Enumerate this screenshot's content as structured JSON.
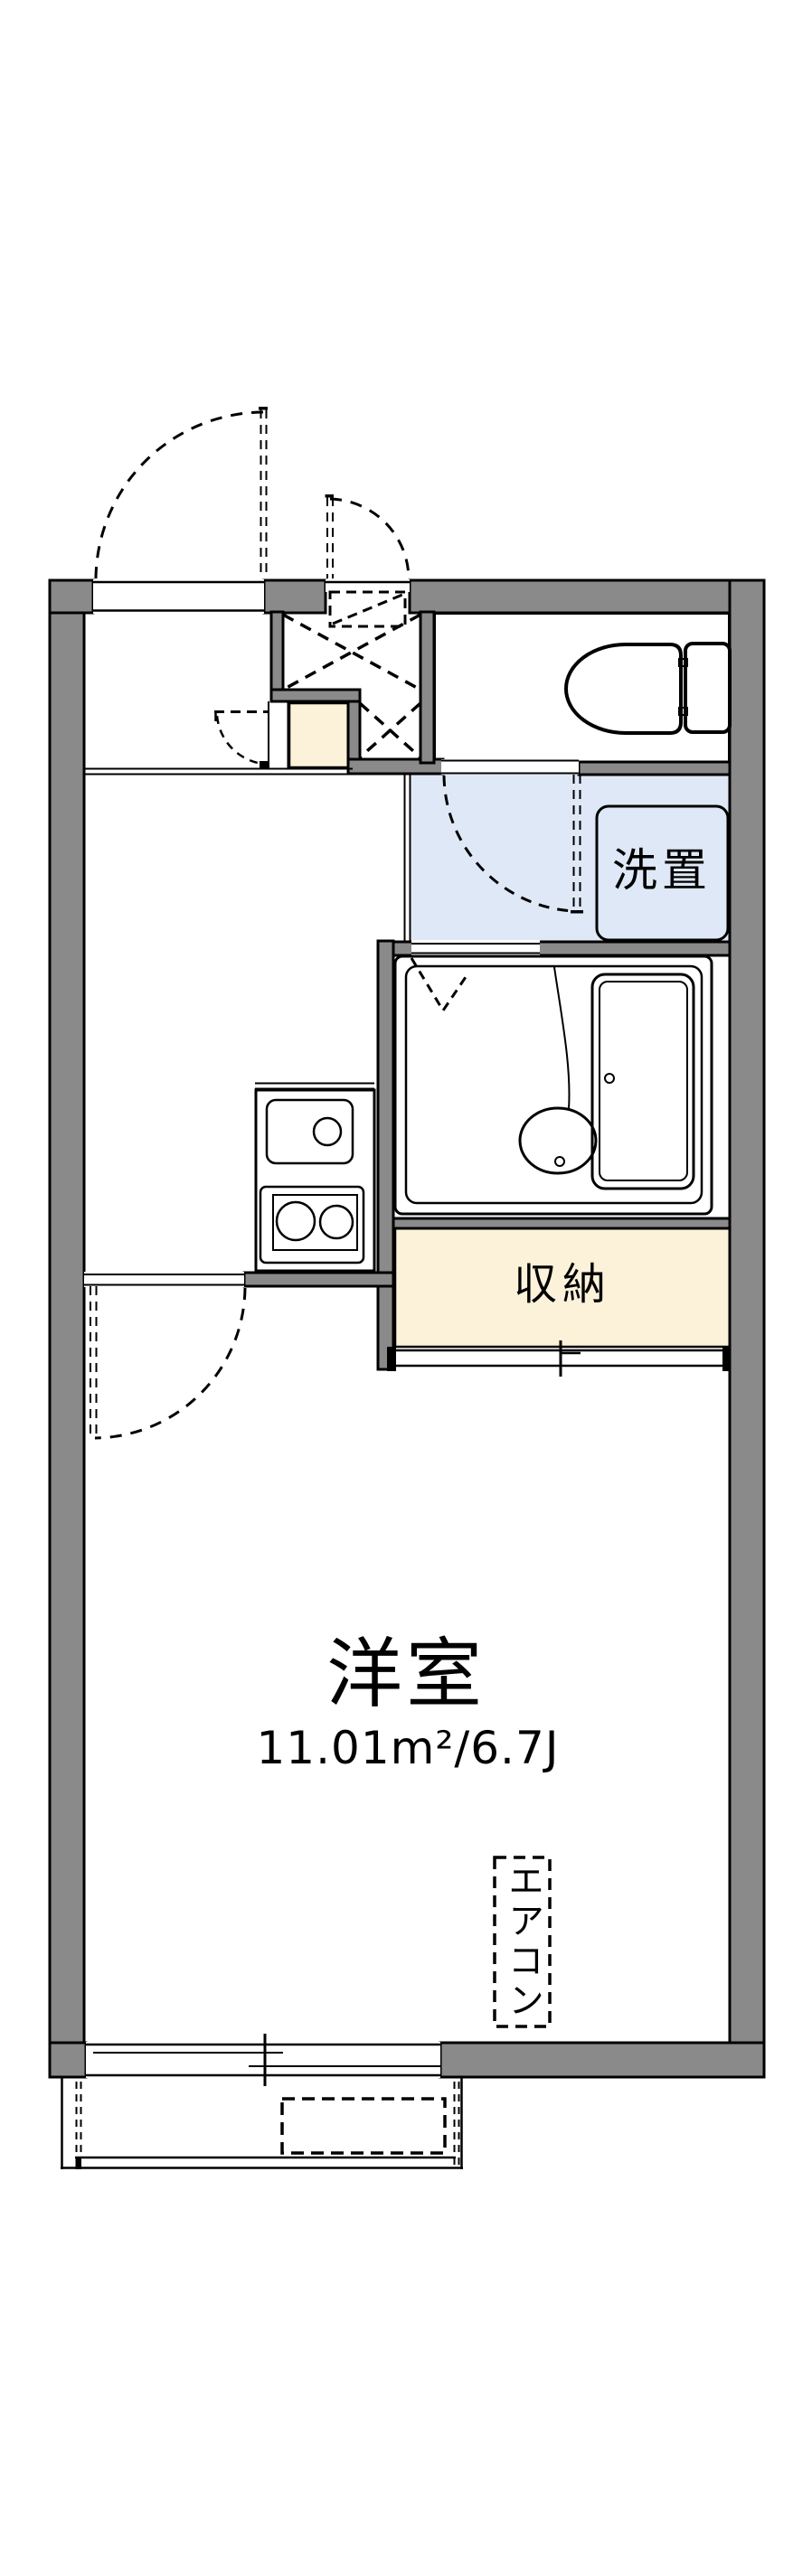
{
  "colors": {
    "background": "#ffffff",
    "wall": "#8a8a8a",
    "line": "#000000",
    "room_fill": "#dfe8f7",
    "storage_fill": "#fcf2da"
  },
  "rooms": {
    "western_room": {
      "label": "洋室",
      "area": "11.01m²/6.7J"
    },
    "closet": {
      "label": "収納"
    },
    "laundry": {
      "label": "洗置"
    }
  },
  "fixtures": {
    "air_conditioner": {
      "label": "エアコン"
    }
  }
}
